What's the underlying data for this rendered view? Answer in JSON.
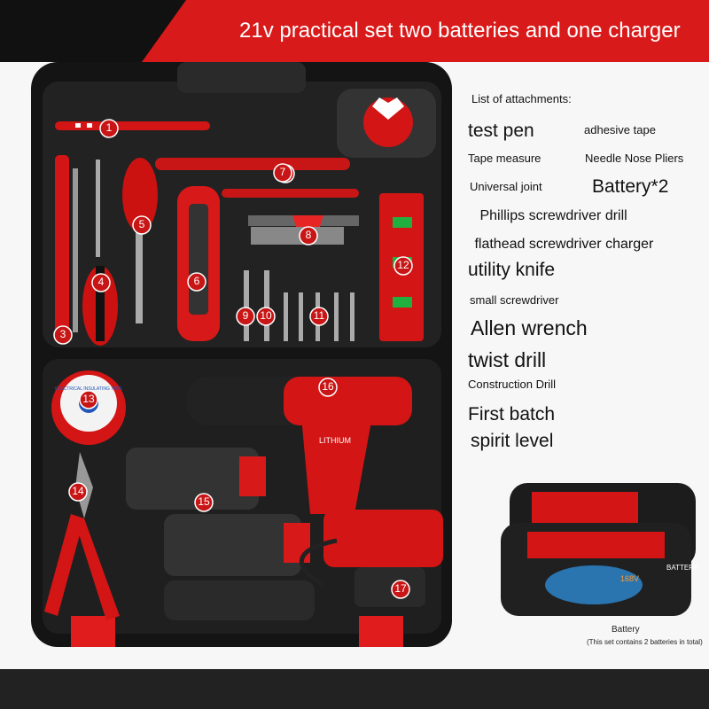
{
  "header": {
    "title": "21v practical set two batteries and one charger"
  },
  "attachments": {
    "heading": "List of attachments:",
    "items": [
      "\u0001test pen",
      "adhesive tape",
      "\u0001Tape measure",
      "Needle Nose Pliers",
      "\u0001Universal joint",
      "Battery*2",
      "\u0001 Phillips screwdriver drill",
      "\u0001 flathead screwdriver charger",
      "utility knife",
      "small screwdriver",
      "Allen wrench",
      "twist drill",
      "Construction Drill",
      "First batch",
      "spirit level"
    ]
  },
  "markers": [
    "1",
    "2",
    "3",
    "4",
    "5",
    "6",
    "7",
    "8",
    "9",
    "10",
    "11",
    "12",
    "13",
    "14",
    "15",
    "16",
    "17"
  ],
  "battery": {
    "caption": "Battery",
    "note": "(This set contains 2 batteries in total)",
    "label": "BATTERY",
    "voltage": "168V"
  },
  "tape_text": "ELECTRICAL INSULATING TAPE",
  "drill_text": "LITHIUM",
  "colors": {
    "accent": "#d91a1a",
    "case": "#1b1b1b",
    "marker": "#c81616"
  }
}
